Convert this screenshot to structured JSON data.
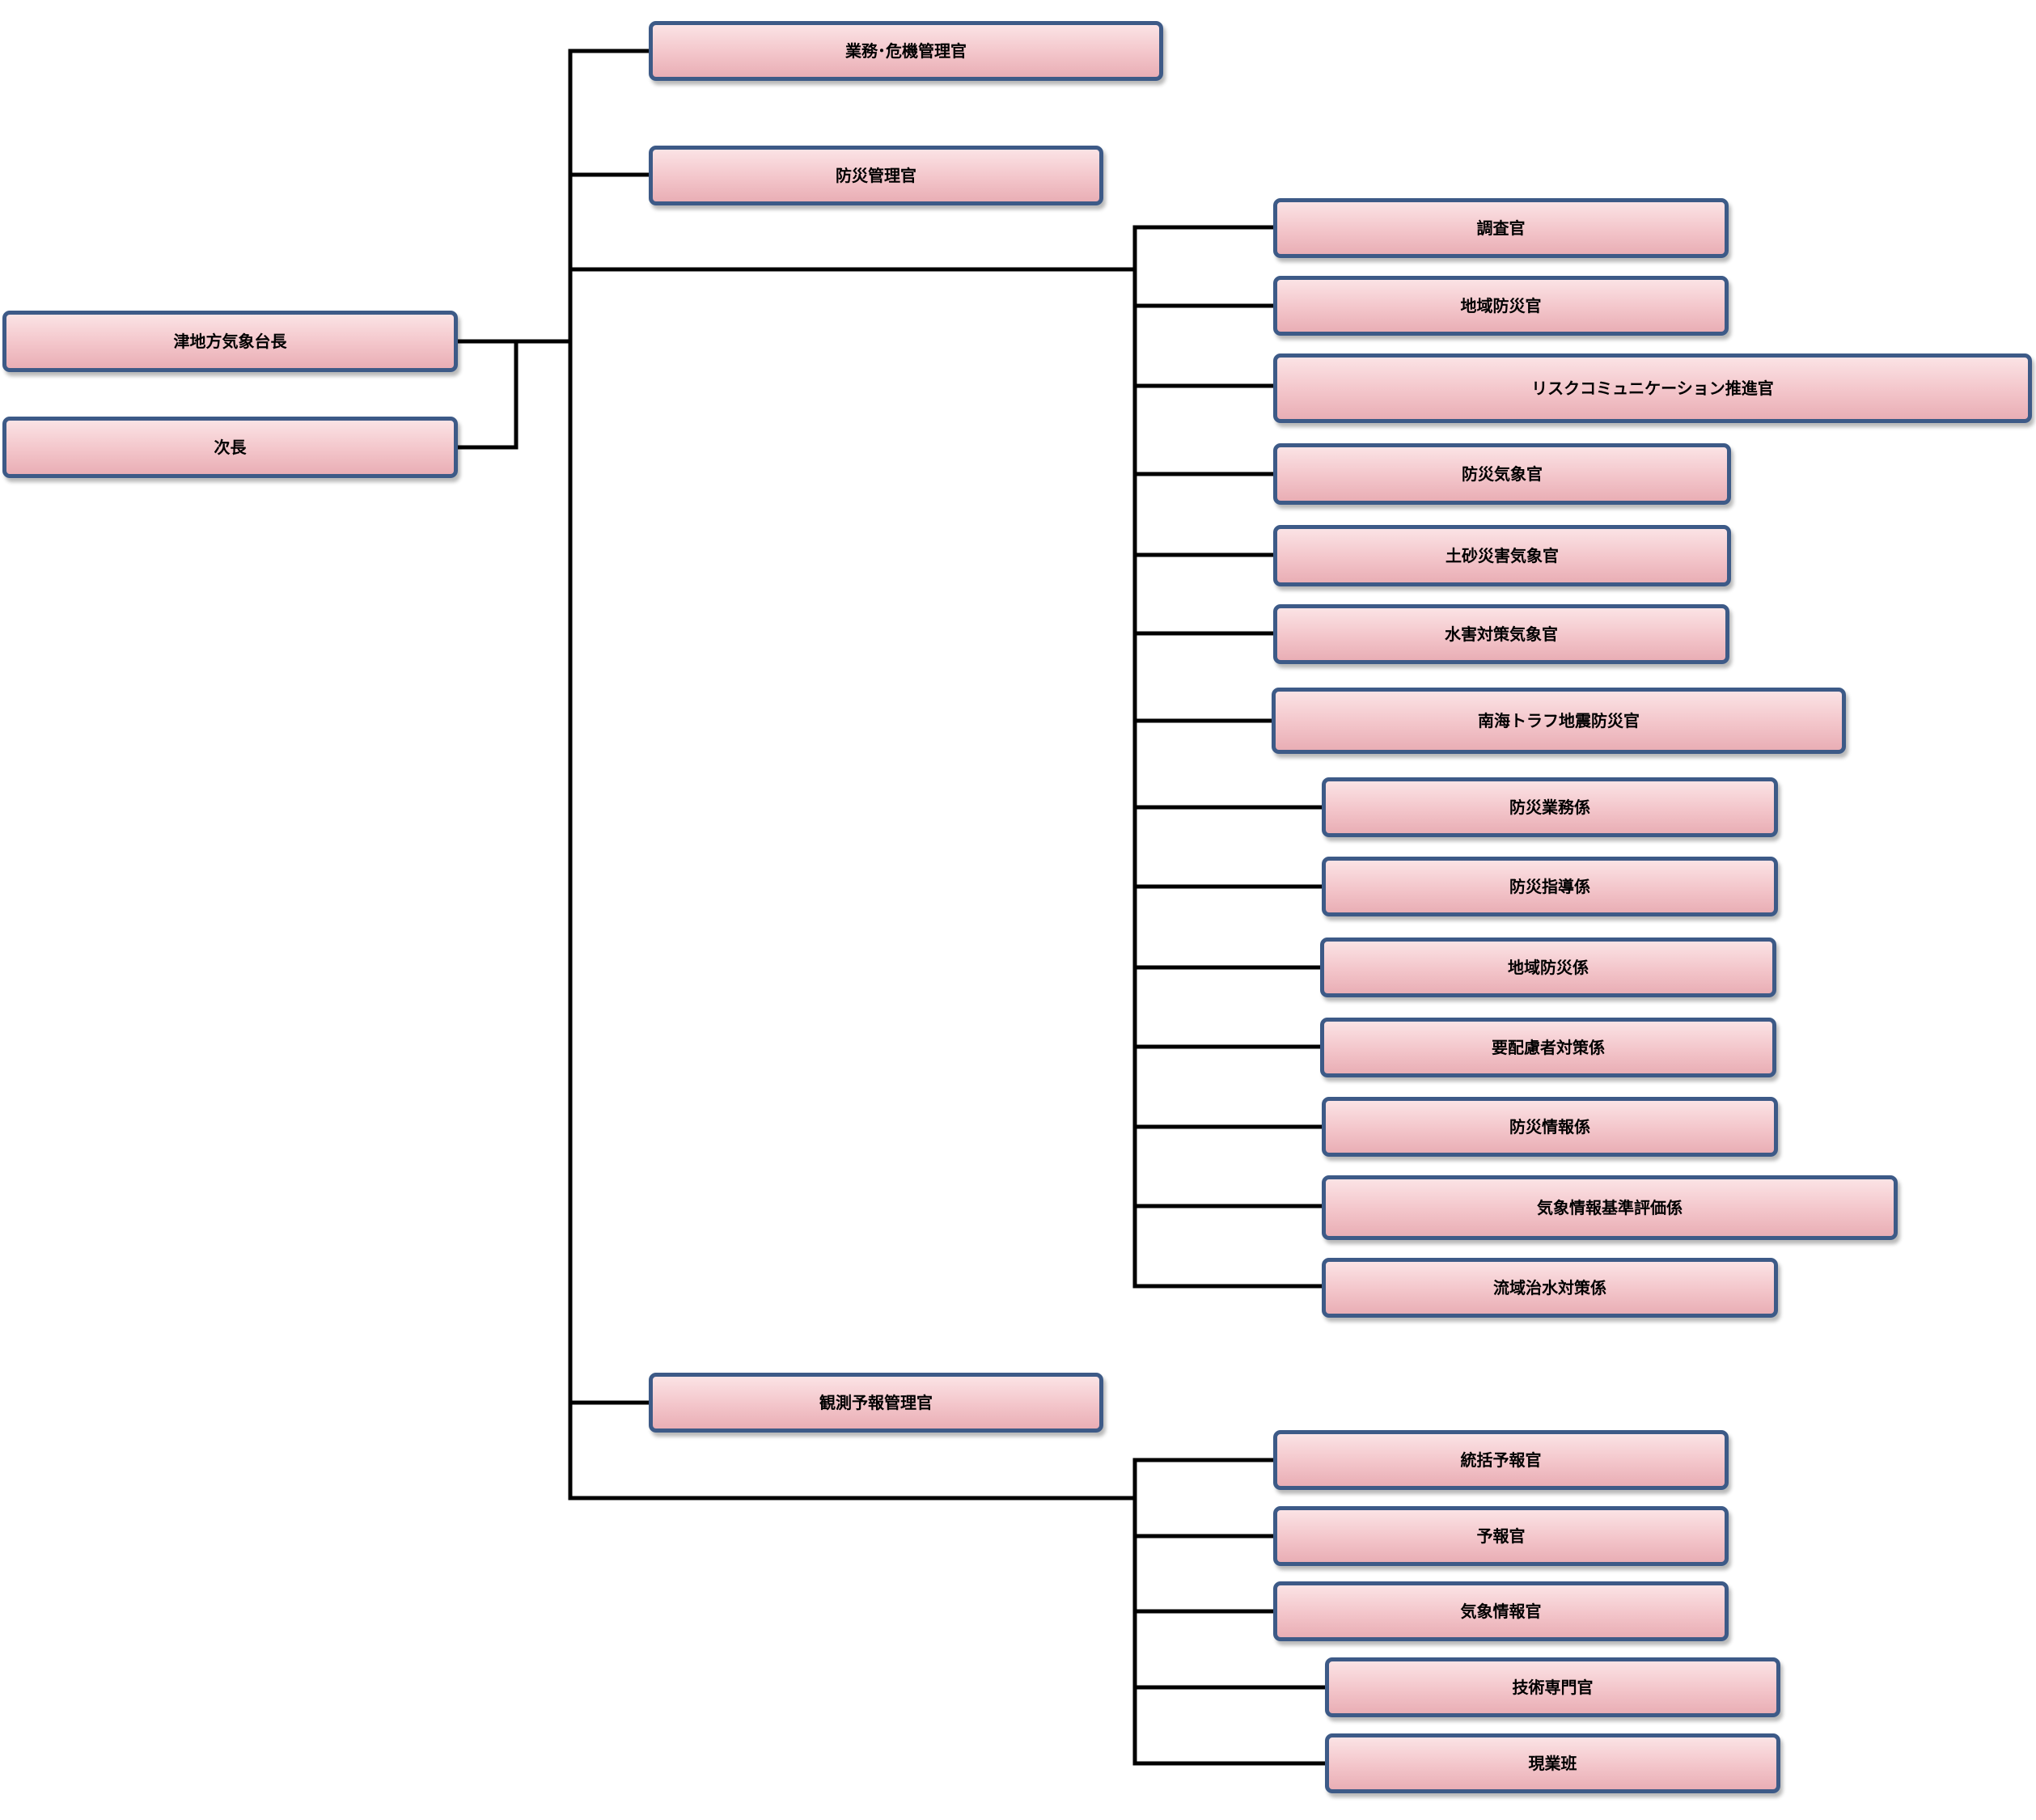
{
  "chart": {
    "director": "津地方気象台長",
    "deputy": "次長",
    "officers": {
      "business_crisis": "業務･危機管理官",
      "disaster_prevention": "防災管理官",
      "observation_forecast": "観測予報管理官"
    },
    "disaster_prevention_staff": [
      "調査官",
      "地域防災官",
      "リスクコミュニケーション推進官",
      "防災気象官",
      "土砂災害気象官",
      "水害対策気象官",
      "南海トラフ地震防災官",
      "防災業務係",
      "防災指導係",
      "地域防災係",
      "要配慮者対策係",
      "防災情報係",
      "気象情報基準評価係",
      "流域治水対策係"
    ],
    "observation_forecast_staff": [
      "統括予報官",
      "予報官",
      "気象情報官",
      "技術専門官",
      "現業班"
    ]
  },
  "colors": {
    "border": "#3d5a87",
    "fill_top": "#fbe3e5",
    "fill_bottom": "#e9aeb5",
    "connector": "#000000"
  }
}
